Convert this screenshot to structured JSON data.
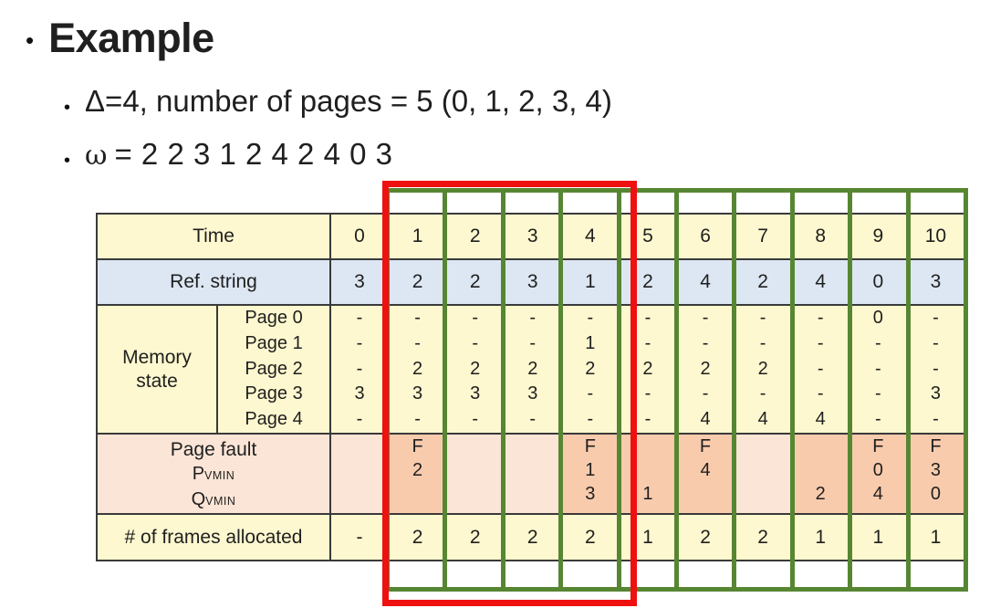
{
  "slide": {
    "bullet_glyph": "•",
    "title": "Example",
    "bullet1": "Δ=4, number of pages = 5 (0, 1, 2, 3, 4)",
    "omega_symbol": "ω",
    "omega_rest": "= 2 2 3 1 2 4 2 4 0 3"
  },
  "table": {
    "time_label": "Time",
    "ref_label": "Ref. string",
    "memory_label_1": "Memory",
    "memory_label_2": "state",
    "fault_label": "Page fault",
    "p_main": "P",
    "q_main": "Q",
    "vmin_sub": "VMIN",
    "frames_label": "# of frames allocated",
    "times": [
      "0",
      "1",
      "2",
      "3",
      "4",
      "5",
      "6",
      "7",
      "8",
      "9",
      "10"
    ],
    "ref_string": [
      "3",
      "2",
      "2",
      "3",
      "1",
      "2",
      "4",
      "2",
      "4",
      "0",
      "3"
    ],
    "memory_rows": [
      {
        "label": "Page 0",
        "values": [
          "-",
          "-",
          "-",
          "-",
          "-",
          "-",
          "-",
          "-",
          "-",
          "0",
          "-"
        ]
      },
      {
        "label": "Page 1",
        "values": [
          "-",
          "-",
          "-",
          "-",
          "1",
          "-",
          "-",
          "-",
          "-",
          "-",
          "-"
        ]
      },
      {
        "label": "Page 2",
        "values": [
          "-",
          "2",
          "2",
          "2",
          "2",
          "2",
          "2",
          "2",
          "-",
          "-",
          "-"
        ]
      },
      {
        "label": "Page 3",
        "values": [
          "3",
          "3",
          "3",
          "3",
          "-",
          "-",
          "-",
          "-",
          "-",
          "-",
          "3"
        ]
      },
      {
        "label": "Page 4",
        "values": [
          "-",
          "-",
          "-",
          "-",
          "-",
          "-",
          "4",
          "4",
          "4",
          "-",
          "-"
        ]
      }
    ],
    "fault_cells": [
      {
        "f": "",
        "p": "",
        "q": "",
        "hl": false
      },
      {
        "f": "F",
        "p": "2",
        "q": "",
        "hl": true
      },
      {
        "f": "",
        "p": "",
        "q": "",
        "hl": false
      },
      {
        "f": "",
        "p": "",
        "q": "",
        "hl": false
      },
      {
        "f": "F",
        "p": "1",
        "q": "3",
        "hl": true
      },
      {
        "f": "",
        "p": "",
        "q": "1",
        "hl": true
      },
      {
        "f": "F",
        "p": "4",
        "q": "",
        "hl": true
      },
      {
        "f": "",
        "p": "",
        "q": "",
        "hl": false
      },
      {
        "f": "",
        "p": "",
        "q": "2",
        "hl": true
      },
      {
        "f": "F",
        "p": "0",
        "q": "4",
        "hl": true
      },
      {
        "f": "F",
        "p": "3",
        "q": "0",
        "hl": true
      }
    ],
    "frames": [
      "-",
      "2",
      "2",
      "2",
      "2",
      "1",
      "2",
      "2",
      "1",
      "1",
      "1"
    ]
  },
  "colors": {
    "header_fill": "#fdf8cf",
    "ref_row_fill": "#dce7f3",
    "fault_fill_light": "#fbe5d6",
    "fault_fill_dark": "#f8cbad",
    "window_red": "#ef1010",
    "window_green": "#578633",
    "table_border": "#3a3a3a"
  }
}
